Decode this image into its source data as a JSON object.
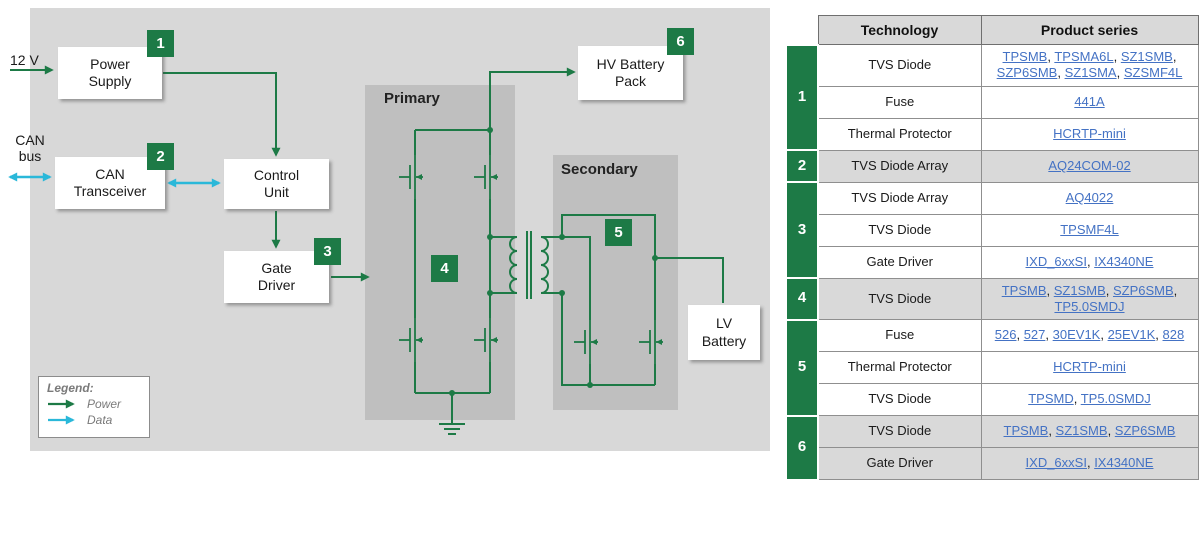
{
  "diagram": {
    "input_12v": "12 V",
    "can_bus": "CAN bus",
    "boxes": {
      "power_supply": "Power Supply",
      "can_transceiver": "CAN Transceiver",
      "control_unit": "Control Unit",
      "gate_driver": "Gate Driver",
      "hv_battery_pack": "HV Battery Pack",
      "lv_battery": "LV Battery"
    },
    "sections": {
      "primary": "Primary",
      "secondary": "Secondary"
    },
    "markers": {
      "m1": "1",
      "m2": "2",
      "m3": "3",
      "m4": "4",
      "m5": "5",
      "m6": "6"
    },
    "legend": {
      "title": "Legend:",
      "power_label": "Power",
      "data_label": "Data"
    }
  },
  "table": {
    "headers": [
      "Technology",
      "Product series"
    ],
    "groups": [
      {
        "number": "1",
        "shaded": false,
        "rows": [
          {
            "technology": "TVS Diode",
            "products": [
              "TPSMB",
              "TPSMA6L",
              "SZ1SMB",
              "SZP6SMB",
              "SZ1SMA",
              "SZSMF4L"
            ]
          },
          {
            "technology": "Fuse",
            "products": [
              "441A"
            ]
          },
          {
            "technology": "Thermal Protector",
            "products": [
              "HCRTP-mini"
            ]
          }
        ]
      },
      {
        "number": "2",
        "shaded": true,
        "rows": [
          {
            "technology": "TVS Diode Array",
            "products": [
              "AQ24COM-02"
            ]
          }
        ]
      },
      {
        "number": "3",
        "shaded": false,
        "rows": [
          {
            "technology": "TVS Diode Array",
            "products": [
              "AQ4022"
            ]
          },
          {
            "technology": "TVS Diode",
            "products": [
              "TPSMF4L"
            ]
          },
          {
            "technology": "Gate Driver",
            "products": [
              "IXD_6xxSI",
              "IX4340NE"
            ]
          }
        ]
      },
      {
        "number": "4",
        "shaded": true,
        "rows": [
          {
            "technology": "TVS Diode",
            "products": [
              "TPSMB",
              "SZ1SMB",
              "SZP6SMB",
              "TP5.0SMDJ"
            ]
          }
        ]
      },
      {
        "number": "5",
        "shaded": false,
        "rows": [
          {
            "technology": "Fuse",
            "products": [
              "526",
              "527",
              "30EV1K",
              "25EV1K",
              "828"
            ]
          },
          {
            "technology": "Thermal Protector",
            "products": [
              "HCRTP-mini"
            ]
          },
          {
            "technology": "TVS Diode",
            "products": [
              "TPSMD",
              "TP5.0SMDJ"
            ]
          }
        ]
      },
      {
        "number": "6",
        "shaded": true,
        "rows": [
          {
            "technology": "TVS Diode",
            "products": [
              "TPSMB",
              "SZ1SMB",
              "SZP6SMB"
            ]
          },
          {
            "technology": "Gate Driver",
            "products": [
              "IXD_6xxSI",
              "IX4340NE"
            ]
          }
        ]
      }
    ]
  },
  "colors": {
    "green": "#1d7a46",
    "cyan": "#2ab8d9",
    "link_blue": "#4472c4",
    "diagram_bg": "#d8d8d8",
    "section_bg": "#bfbfbf",
    "table_header_bg": "#d9d9d9"
  }
}
